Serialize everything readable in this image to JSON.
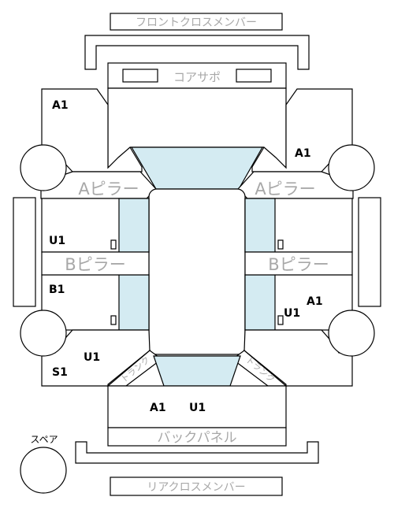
{
  "labels": {
    "front_cross_member": "フロントクロスメンバー",
    "core_support": "コアサポ",
    "a_pillar": "Aピラー",
    "b_pillar": "Bピラー",
    "back_panel": "バックパネル",
    "rear_cross_member": "リアクロスメンバー",
    "spare": "スペア",
    "trunk_left": "トランク",
    "trunk_right": "トランク"
  },
  "codes": {
    "front_left_fender": "A1",
    "front_right_fender": "A1",
    "left_front_door": "U1",
    "left_rear_door": "B1",
    "left_quarter_u": "U1",
    "left_quarter_s": "S1",
    "right_rear_door_a": "A1",
    "right_rear_door_u": "U1",
    "trunk_a": "A1",
    "trunk_u": "U1"
  },
  "colors": {
    "glass": "#d4ebf2",
    "outline": "#000000",
    "label_gray": "#a8a8a8"
  }
}
